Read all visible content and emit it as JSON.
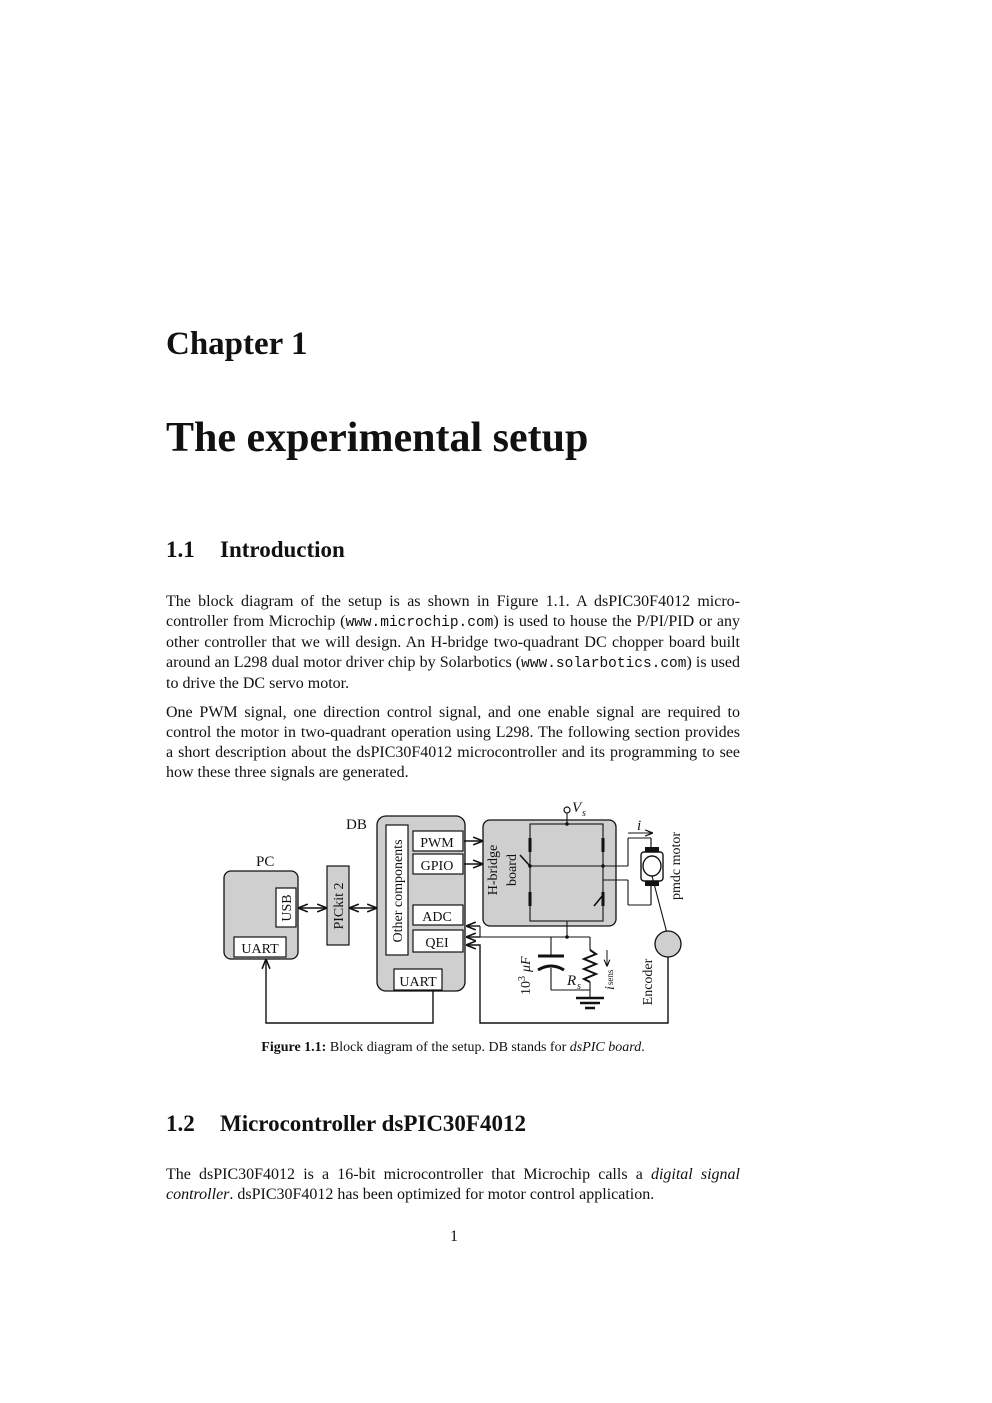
{
  "chapter": {
    "label": "Chapter 1",
    "title": "The experimental setup"
  },
  "section1": {
    "number": "1.1",
    "title": "Introduction",
    "para1": {
      "t1": "The block diagram of the setup is as shown in Figure 1.1. A dsPIC30F4012 micro-controller from Microchip (",
      "url1": "www.microchip.com",
      "t2": ") is used to house the P/PI/PID or any other controller that we will design. An H-bridge two-quadrant DC chopper board built around an L298 dual motor driver chip by Solarbotics (",
      "url2": "www.solarbotics.com",
      "t3": ") is used to drive the DC servo motor."
    },
    "para2": "One PWM signal, one direction control signal, and one enable signal are required to control the motor in two-quadrant operation using L298. The following section provides a short description about the dsPIC30F4012 microcontroller and its programming to see how these three signals are generated."
  },
  "figure": {
    "labels": {
      "pc": "PC",
      "db": "DB",
      "usb": "USB",
      "uart_pc": "UART",
      "pickit": "PICkit 2",
      "other_components": "Other components",
      "pwm": "PWM",
      "gpio": "GPIO",
      "adc": "ADC",
      "qei": "QEI",
      "uart_db": "UART",
      "hbridge_1": "H-bridge",
      "hbridge_2": "board",
      "vs_main": "V",
      "vs_sub": "s",
      "current": "i",
      "motor": "pmdc motor",
      "capacitor_base": "10",
      "capacitor_exp": "3",
      "capacitor_unit": "μF",
      "rs_main": "R",
      "rs_sub": "s",
      "isens_main": "i",
      "isens_sub": "sens",
      "encoder": "Encoder"
    },
    "caption": {
      "label": "Figure 1.1:",
      "text": "Block diagram of the setup. DB stands for ",
      "italic": "dsPIC board",
      "end": "."
    }
  },
  "section2": {
    "number": "1.2",
    "title": "Microcontroller dsPIC30F4012",
    "para": {
      "t1": "The dsPIC30F4012 is a 16-bit microcontroller that Microchip calls a ",
      "italic": "digital signal controller",
      "t2": ". dsPIC30F4012 has been optimized for motor control application."
    }
  },
  "page_number": "1"
}
